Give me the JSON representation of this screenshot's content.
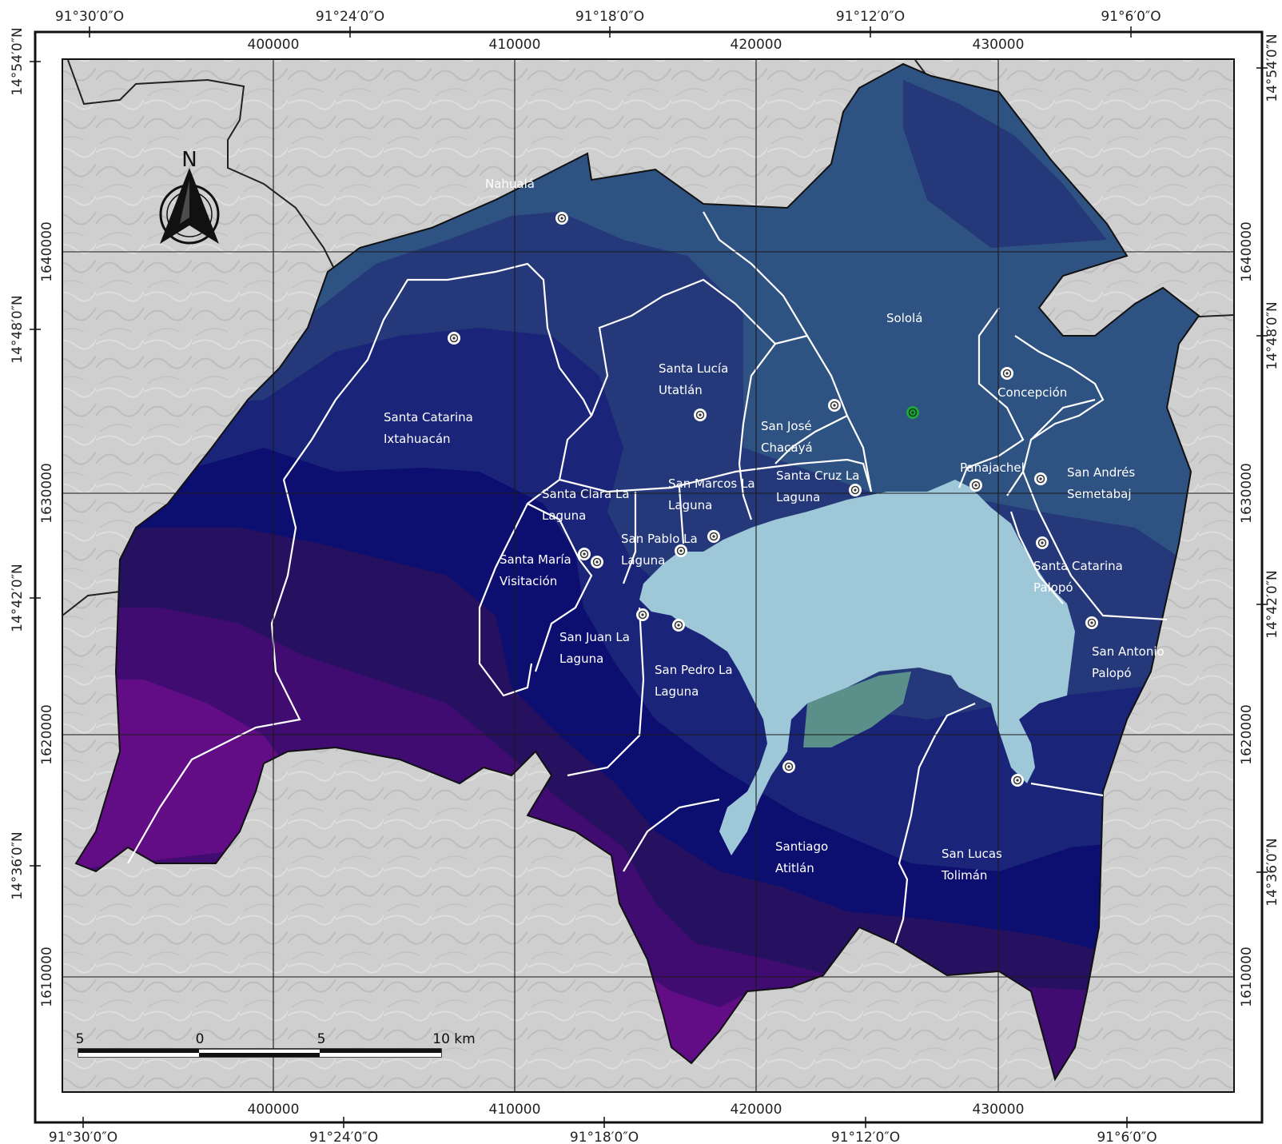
{
  "map": {
    "north_arrow": {
      "letter": "N",
      "icon": "north-arrow-icon"
    },
    "scale_bar": {
      "labels": [
        "5",
        "0",
        "5",
        "10 km"
      ]
    },
    "graticule": {
      "top_degrees": [
        "91°30′0″O",
        "91°24′0″O",
        "91°18′0″O",
        "91°12′0″O",
        "91°6′0″O"
      ],
      "bottom_degrees": [
        "91°30′0″O",
        "91°24′0″O",
        "91°18′0″O",
        "91°12′0″O",
        "91°6′0″O"
      ],
      "left_degrees": [
        "14°54′0″N",
        "14°48′0″N",
        "14°42′0″N",
        "14°36′0″N"
      ],
      "right_degrees": [
        "14°54′0″N",
        "14°48′0″N",
        "14°42′0″N",
        "14°36′0″N"
      ],
      "top_utm": [
        "400000",
        "410000",
        "420000",
        "430000"
      ],
      "bottom_utm": [
        "400000",
        "410000",
        "420000",
        "430000"
      ],
      "left_utm": [
        "1640000",
        "1630000",
        "1620000",
        "1610000"
      ],
      "right_utm": [
        "1640000",
        "1630000",
        "1620000",
        "1610000"
      ]
    },
    "municipalities": [
      {
        "name_lines": [
          "Nahualá"
        ]
      },
      {
        "name_lines": [
          "Sololá"
        ]
      },
      {
        "name_lines": [
          "Santa Lucía",
          "Utatlán"
        ]
      },
      {
        "name_lines": [
          "Santa Catarina",
          "Ixtahuacán"
        ]
      },
      {
        "name_lines": [
          "San José",
          "Chacayá"
        ]
      },
      {
        "name_lines": [
          "Concepción"
        ]
      },
      {
        "name_lines": [
          "Panajachel"
        ]
      },
      {
        "name_lines": [
          "San Andrés",
          "Semetabaj"
        ]
      },
      {
        "name_lines": [
          "Santa Cruz La",
          "Laguna"
        ]
      },
      {
        "name_lines": [
          "San Marcos La",
          "Laguna"
        ]
      },
      {
        "name_lines": [
          "Santa Clara La",
          "Laguna"
        ]
      },
      {
        "name_lines": [
          "San Pablo La",
          "Laguna"
        ]
      },
      {
        "name_lines": [
          "Santa María",
          "Visitación"
        ]
      },
      {
        "name_lines": [
          "Santa Catarina",
          "Palopó"
        ]
      },
      {
        "name_lines": [
          "San Antonio",
          "Palopó"
        ]
      },
      {
        "name_lines": [
          "San Juan La",
          "Laguna"
        ]
      },
      {
        "name_lines": [
          "San Pedro La",
          "Laguna"
        ]
      },
      {
        "name_lines": [
          "Santiago",
          "Atitlán"
        ]
      },
      {
        "name_lines": [
          "San Lucas",
          "Tolimán"
        ]
      }
    ],
    "colors": {
      "lake": "#9ec8d8",
      "band_1": "#2e5282",
      "band_2": "#24387a",
      "band_3": "#1a2478",
      "band_4": "#0c0f70",
      "band_5": "#261060",
      "band_6": "#400c72",
      "band_7": "#620c86",
      "basemap": "#cfcfcf",
      "highlight_point": "#1ea83c"
    }
  }
}
